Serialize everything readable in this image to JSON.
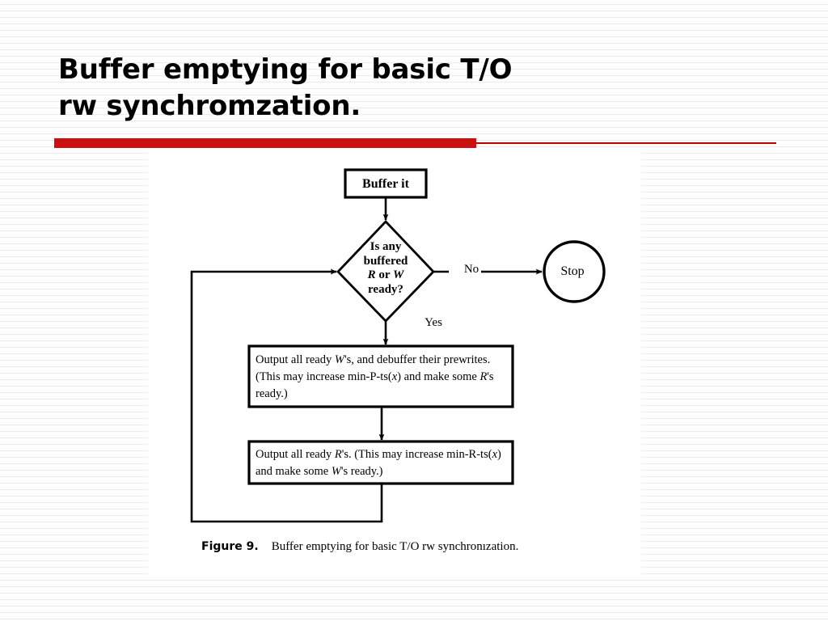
{
  "slide": {
    "title": "Buffer emptying for basic T/O\nrw synchromzation.",
    "accent_color": "#cc1010",
    "background_color": "#ffffff"
  },
  "figure": {
    "caption_number": "Figure  9.",
    "caption_text": "Buffer emptying for basic T/O rw synchronızation.",
    "nodes": {
      "start_box": "Buffer it",
      "decision": "Is any buffered R or W ready?",
      "decision_line1": "Is any",
      "decision_line2": "buffered",
      "decision_line3_a": "R",
      "decision_line3_b": "or",
      "decision_line3_c": "W",
      "decision_line4": "ready?",
      "terminal": "Stop",
      "process_1": "Output all ready W's, and debuffer their prewrites. (This may increase min-P-ts(x) and make some R's ready.)",
      "process_1_parts": {
        "p1": "Output all ready ",
        "w1": "W",
        "p2": "'s, and debuffer their prewrites. (This may increase min-P-ts(",
        "x1": "x",
        "p3": ") and make some ",
        "r1": "R",
        "p4": "'s ready.)"
      },
      "process_2": "Output all ready R's. (This may increase min-R-ts(x) and make some W's ready.)",
      "process_2_parts": {
        "p1": "Output all ready ",
        "r1": "R",
        "p2": "'s. (This may increase min-R-ts(",
        "x1": "x",
        "p3": ") and make some ",
        "w1": "W",
        "p4": "'s ready.)"
      }
    },
    "edge_labels": {
      "no": "No",
      "yes": "Yes"
    }
  }
}
